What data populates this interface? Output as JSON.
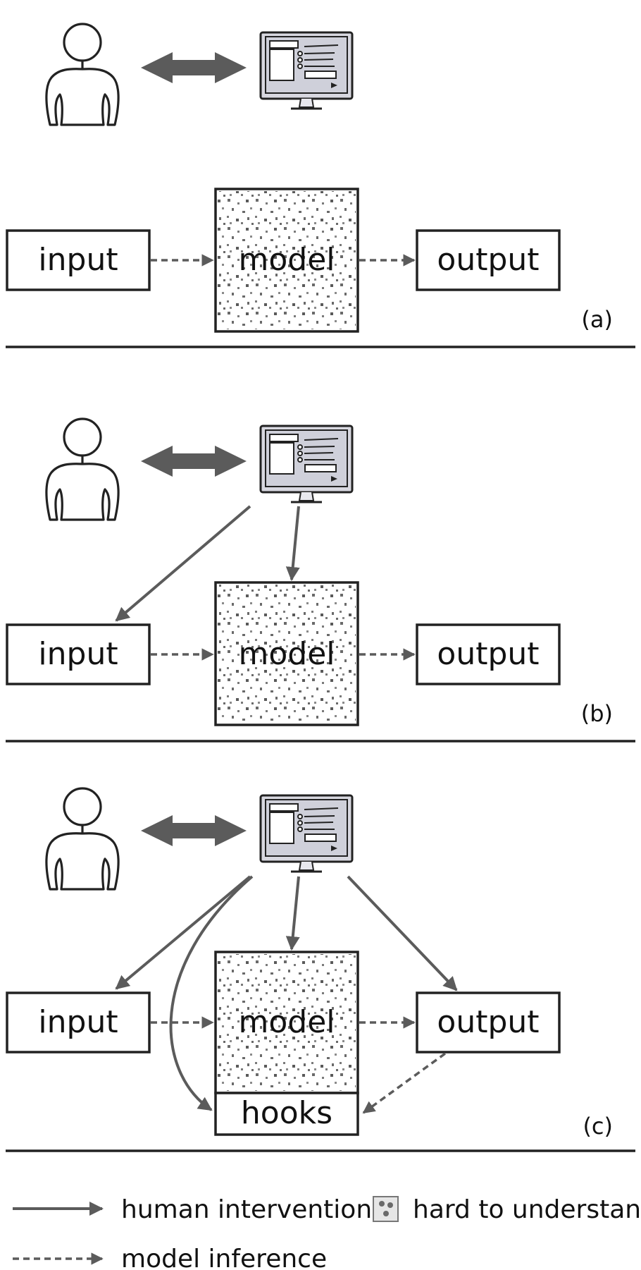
{
  "nodes": {
    "input": "input",
    "model": "model",
    "output": "output",
    "hooks": "hooks"
  },
  "panels": [
    "(a)",
    "(b)",
    "(c)"
  ],
  "legend": {
    "human_intervention": "human intervention",
    "model_inference": "model inference",
    "hard_to_understand": "hard to understand"
  },
  "colors": {
    "arrow": "#5b5b5b",
    "border": "#222222",
    "screen": "#cfd0da",
    "noise": "#6a6a6a"
  },
  "icons": [
    "person-icon",
    "monitor-icon",
    "bidirectional-arrow-icon",
    "noise-texture-icon"
  ]
}
